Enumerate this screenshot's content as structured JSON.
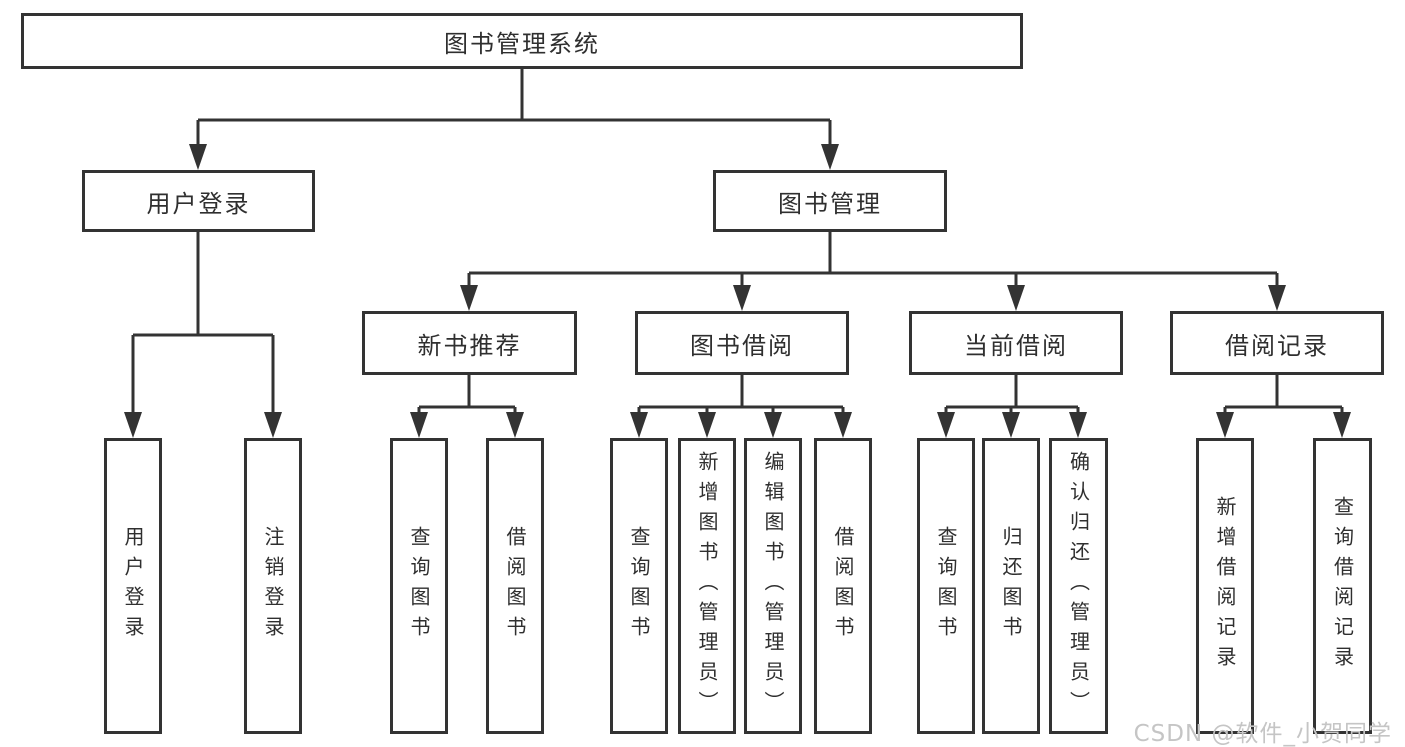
{
  "colors": {
    "background": "#ffffff",
    "line": "#333333",
    "box_border": "#333333",
    "text": "#2f2f2f",
    "watermark": "#c5c5c5"
  },
  "watermark": {
    "text": "CSDN @软件_小贺同学"
  },
  "tree": {
    "label": "图书管理系统",
    "children": [
      {
        "label": "用户登录",
        "children": [
          {
            "label": "用户登录"
          },
          {
            "label": "注销登录"
          }
        ]
      },
      {
        "label": "图书管理",
        "children": [
          {
            "label": "新书推荐",
            "children": [
              {
                "label": "查询图书"
              },
              {
                "label": "借阅图书"
              }
            ]
          },
          {
            "label": "图书借阅",
            "children": [
              {
                "label": "查询图书"
              },
              {
                "label": "新增图书（管理员）"
              },
              {
                "label": "编辑图书（管理员）"
              },
              {
                "label": "借阅图书"
              }
            ]
          },
          {
            "label": "当前借阅",
            "children": [
              {
                "label": "查询图书"
              },
              {
                "label": "归还图书"
              },
              {
                "label": "确认归还（管理员）"
              }
            ]
          },
          {
            "label": "借阅记录",
            "children": [
              {
                "label": "新增借阅记录"
              },
              {
                "label": "查询借阅记录"
              }
            ]
          }
        ]
      }
    ]
  }
}
